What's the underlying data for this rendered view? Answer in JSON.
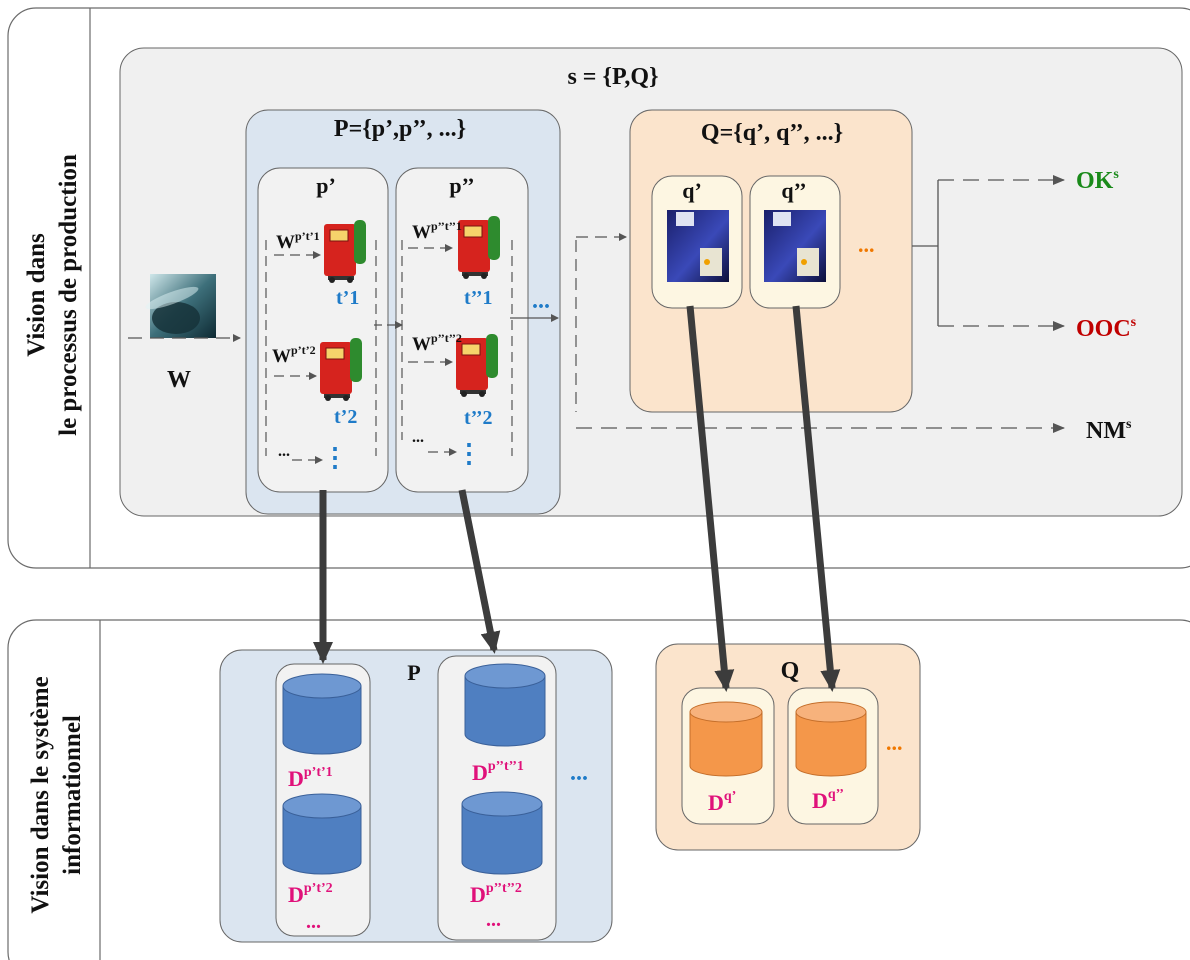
{
  "colors": {
    "gray_panel": "#f0f0f0",
    "blue_panel": "#dbe5f0",
    "orange_panel": "#fbe4cc",
    "cylinder_blue": "#4f7fc1",
    "cylinder_orange": "#f4974a",
    "ok_green": "#1a8a1a",
    "ooc_red": "#c00000",
    "t_blue": "#1f7bc8",
    "d_magenta": "#e0117a",
    "dots_orange": "#f07800",
    "arrow_dark": "#3c3c3c"
  },
  "process_vision": {
    "side_label_line1": "Vision dans",
    "side_label_line2": "le processus de production",
    "system_title": "s = {P,Q}",
    "input_label": "W",
    "P_block": {
      "title": "P={p’,p’’, ...}",
      "processes": [
        {
          "name": "p’",
          "tools": [
            {
              "w_base": "W",
              "w_sup": "p’t’1",
              "t": "t’1"
            },
            {
              "w_base": "W",
              "w_sup": "p’t’2",
              "t": "t’2"
            }
          ],
          "ellipsis_left": "...",
          "ellipsis_vert": "⋮"
        },
        {
          "name": "p’’",
          "tools": [
            {
              "w_base": "W",
              "w_sup": "p’’t’’1",
              "t": "t’’1"
            },
            {
              "w_base": "W",
              "w_sup": "p’’t’’2",
              "t": "t’’2"
            }
          ],
          "ellipsis_left": "...",
          "ellipsis_vert": "⋮"
        }
      ],
      "more_dots": "..."
    },
    "Q_block": {
      "title": "Q={q’, q’’, ...}",
      "measures": [
        {
          "name": "q’"
        },
        {
          "name": "q’’"
        }
      ],
      "more_dots": "..."
    },
    "outputs": [
      {
        "base": "OK",
        "sup": "s"
      },
      {
        "base": "OOC",
        "sup": "s"
      },
      {
        "base": "NM",
        "sup": "s"
      }
    ]
  },
  "info_vision": {
    "side_label_line1": "Vision dans le système",
    "side_label_line2": "informationnel",
    "P_block": {
      "title": "P",
      "databases": [
        {
          "base": "D",
          "sup": "p’t’1"
        },
        {
          "base": "D",
          "sup": "p’t’2"
        },
        {
          "base": "D",
          "sup": "p’’t’’1"
        },
        {
          "base": "D",
          "sup": "p’’t’’2"
        }
      ],
      "ellipsis": "...",
      "more_dots": "..."
    },
    "Q_block": {
      "title": "Q",
      "databases": [
        {
          "base": "D",
          "sup": "q’"
        },
        {
          "base": "D",
          "sup": "q’’"
        }
      ],
      "more_dots": "..."
    }
  }
}
